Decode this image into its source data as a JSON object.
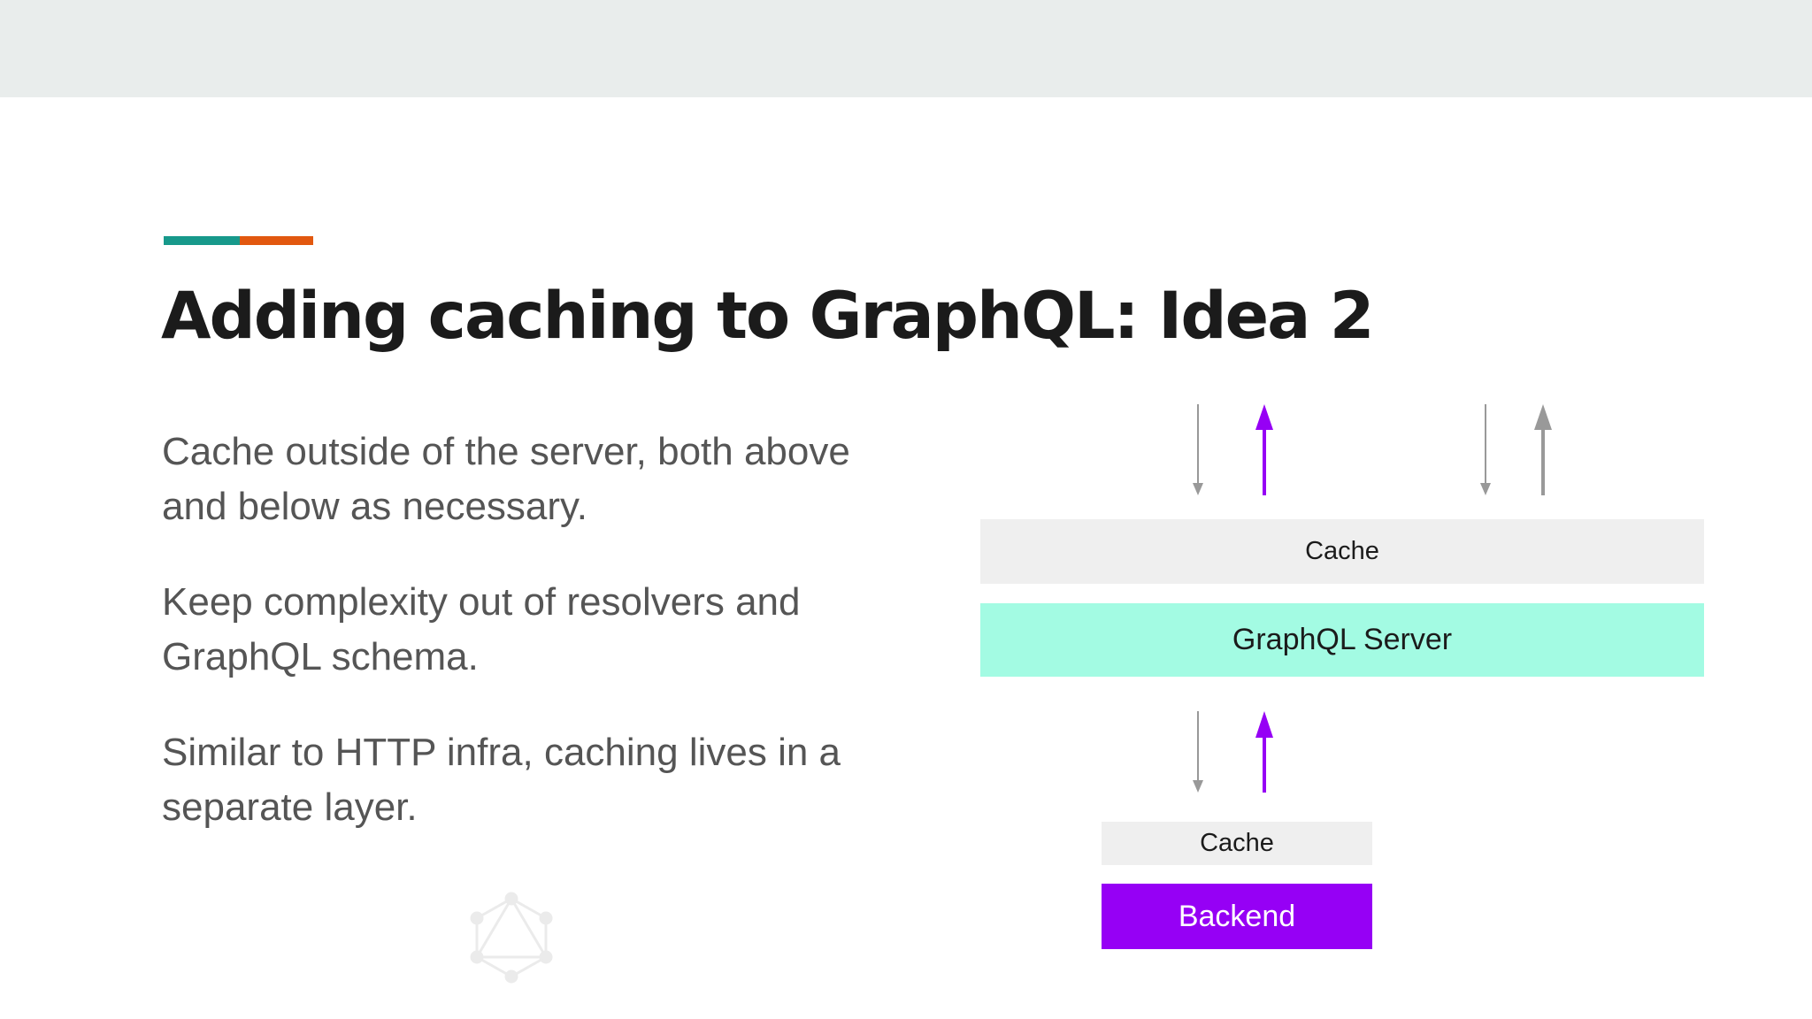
{
  "slide": {
    "title": "Adding caching to GraphQL: Idea 2",
    "bullets": [
      "Cache outside of the server, both above and below as necessary.",
      "Keep complexity out of resolvers and GraphQL schema.",
      "Similar to HTTP infra, caching lives in a separate layer."
    ]
  },
  "diagram": {
    "top_cache_label": "Cache",
    "server_label": "GraphQL Server",
    "bottom_cache_label": "Cache",
    "backend_label": "Backend"
  },
  "colors": {
    "accent_teal": "#17998b",
    "accent_orange": "#e2580f",
    "server_fill": "#a3fbe3",
    "backend_fill": "#9600f5",
    "arrow_gray": "#999999",
    "arrow_purple": "#9600f5"
  }
}
